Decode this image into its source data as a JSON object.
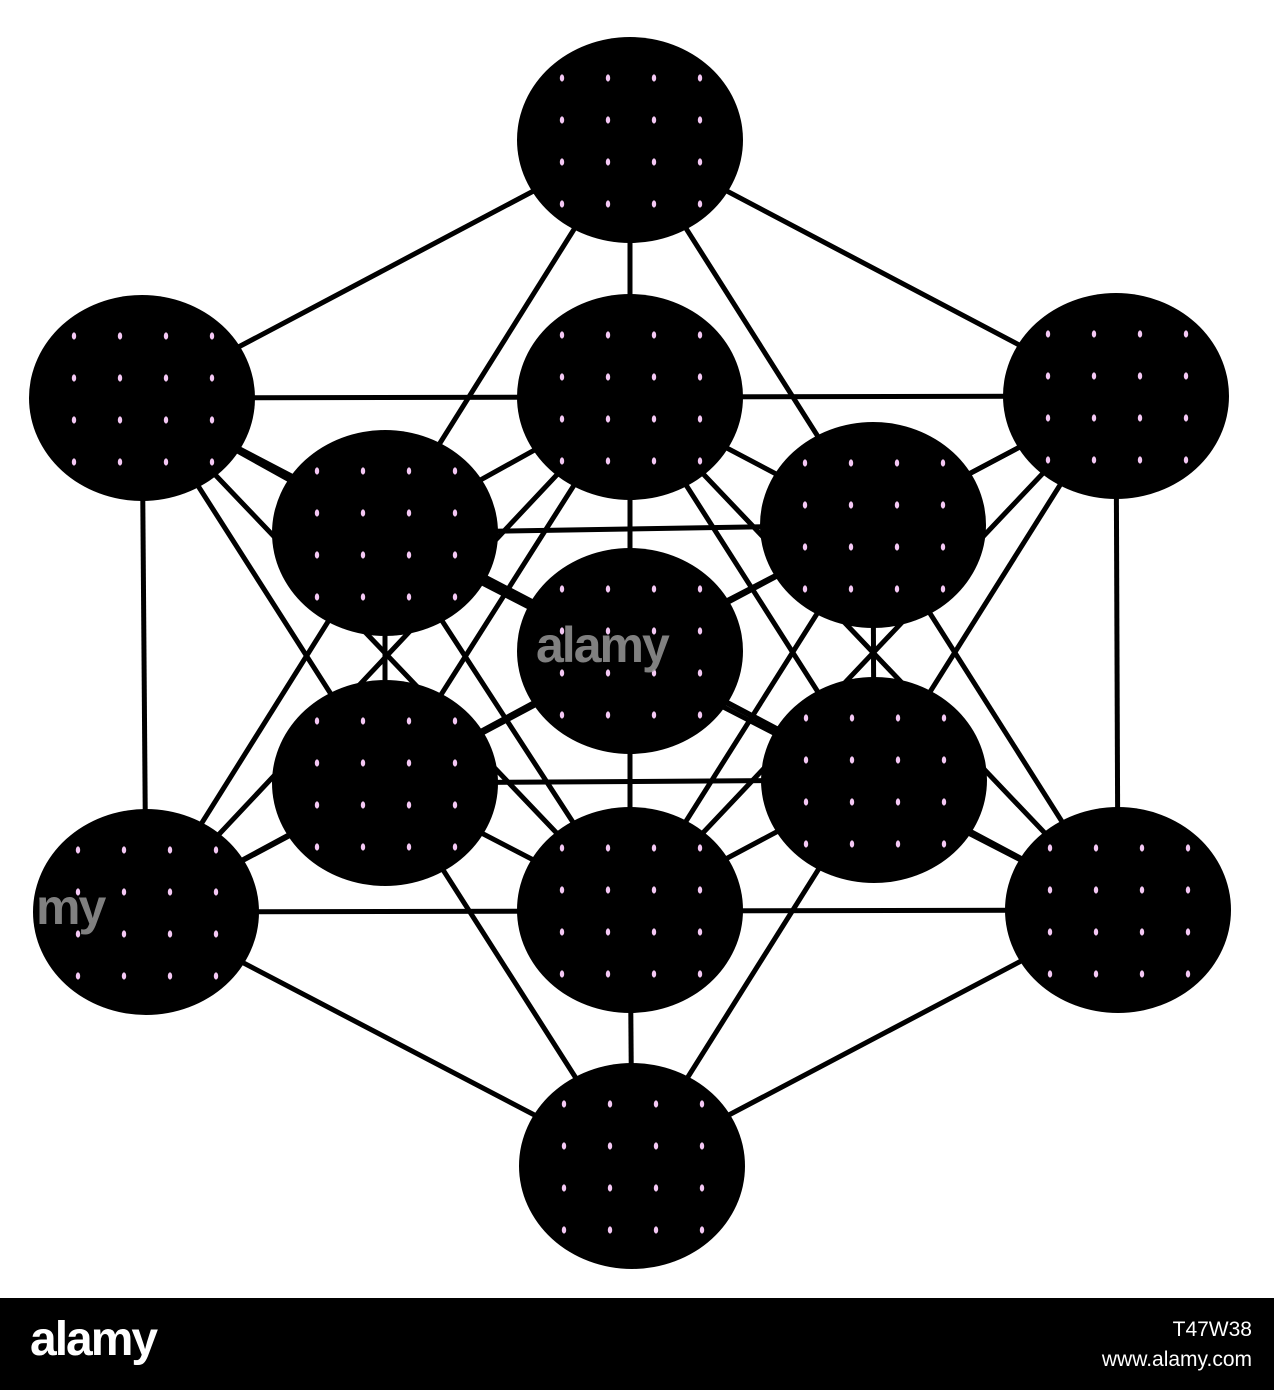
{
  "diagram": {
    "nodes": [
      {
        "id": "n-top"
      },
      {
        "id": "n-upper-left"
      },
      {
        "id": "n-upper-right"
      },
      {
        "id": "n-inner-top"
      },
      {
        "id": "n-inner-upper-left"
      },
      {
        "id": "n-inner-upper-right"
      },
      {
        "id": "n-center"
      },
      {
        "id": "n-inner-lower-left"
      },
      {
        "id": "n-inner-lower-right"
      },
      {
        "id": "n-inner-bottom"
      },
      {
        "id": "n-lower-left"
      },
      {
        "id": "n-lower-right"
      },
      {
        "id": "n-bottom"
      }
    ],
    "node_color": "#000000",
    "dot_color": "#f4c8f4",
    "edge_color": "#000000"
  },
  "watermark": {
    "center_text": "alamy",
    "left_text": "my"
  },
  "footer": {
    "logo_text": "alamy",
    "image_id": "T47W38",
    "url": "www.alamy.com",
    "background": "#000000",
    "text_color": "#ffffff"
  }
}
